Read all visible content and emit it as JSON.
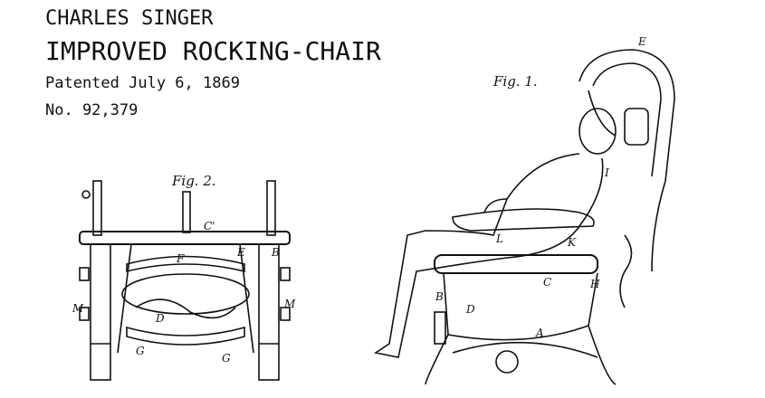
{
  "patent": {
    "inventor": "CHARLES SINGER",
    "title": "IMPROVED ROCKING-CHAIR",
    "date": "Patented July 6, 1869",
    "number": "No. 92,379"
  },
  "figures": {
    "fig1": {
      "caption": "Fig. 1.",
      "labels": [
        "E",
        "I",
        "L",
        "K",
        "C",
        "H",
        "B",
        "D",
        "A"
      ]
    },
    "fig2": {
      "caption": "Fig. 2.",
      "labels": [
        "C'",
        "F",
        "E",
        "B",
        "M",
        "M",
        "D",
        "G",
        "G"
      ]
    }
  }
}
